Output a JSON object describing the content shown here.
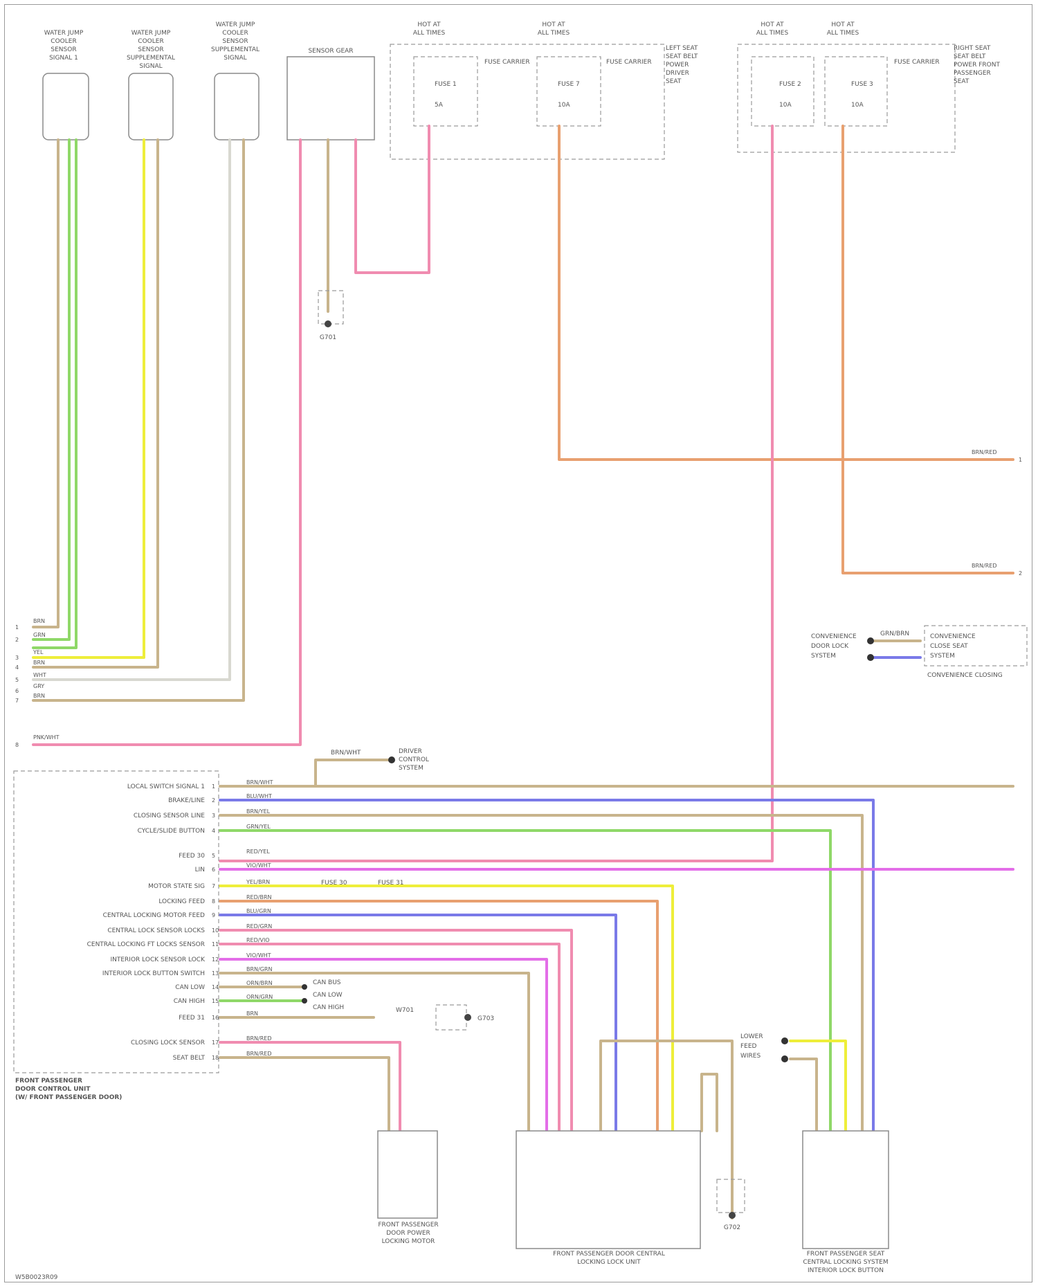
{
  "diagram_id": "W5B0023R09",
  "components": {
    "c1": {
      "lines": [
        "WATER JUMP",
        "COOLER",
        "SENSOR",
        "SIGNAL 1"
      ]
    },
    "c2": {
      "lines": [
        "WATER JUMP",
        "COOLER",
        "SENSOR",
        "SUPPLEMENTAL",
        "SIGNAL"
      ]
    },
    "c3": {
      "lines": [
        "WATER JUMP",
        "COOLER",
        "SENSOR",
        "SUPPLEMENTAL",
        "SIGNAL"
      ]
    },
    "c4": {
      "lines": [
        "SENSOR GEAR"
      ]
    },
    "relay_left": {
      "lines": [
        "LEFT SEAT",
        "SEAT BELT",
        "POWER",
        "DRIVER",
        "SEAT"
      ]
    },
    "relay_right": {
      "lines": [
        "RIGHT SEAT",
        "SEAT BELT",
        "POWER FRONT",
        "PASSENGER",
        "SEAT"
      ]
    },
    "module": {
      "lines": [
        "FRONT PASSENGER",
        "DOOR CONTROL UNIT",
        "(W/ FRONT PASSENGER DOOR)"
      ]
    },
    "b1": {
      "lines": [
        "FRONT PASSENGER",
        "DOOR POWER",
        "LOCKING MOTOR"
      ]
    },
    "b2": {
      "lines": [
        "FRONT PASSENGER DOOR CENTRAL",
        "LOCKING LOCK UNIT"
      ]
    },
    "b3": {
      "lines": [
        "FRONT PASSENGER SEAT",
        "CENTRAL LOCKING SYSTEM",
        "INTERIOR LOCK BUTTON"
      ]
    },
    "ground1": {
      "label": "G701"
    },
    "ground2": {
      "label": "G702"
    },
    "ground3": {
      "label": "G703"
    }
  },
  "fuses": {
    "f1": {
      "head": [
        "HOT AT",
        "ALL TIMES"
      ],
      "name": "FUSE 1",
      "amp": "5A"
    },
    "f2": {
      "head": [
        "HOT AT",
        "ALL TIMES"
      ],
      "name": "FUSE 7",
      "amp": "10A"
    },
    "f3": {
      "head": [
        "HOT AT",
        "ALL TIMES"
      ],
      "name": "FUSE 2",
      "amp": "10A"
    },
    "f4": {
      "head": [
        "HOT AT",
        "ALL TIMES"
      ],
      "name": "FUSE 3",
      "amp": "10A"
    },
    "fuse_label": "FUSE CARRIER"
  },
  "harness": {
    "left_pins": [
      "1",
      "2",
      "3",
      "4",
      "5",
      "6",
      "7"
    ],
    "left_colors": [
      "BRN",
      "GRN",
      "YEL",
      "BRN",
      "WHT",
      "GRY",
      "BRN"
    ],
    "pink_wire": "PNK/WHT",
    "pink_pin": "8",
    "right_ref1": "BRN/RED",
    "right_ref2": "BRN/RED",
    "right_ref_pins": [
      "1",
      "2"
    ]
  },
  "module_pins": [
    {
      "label": "LOCAL SWITCH SIGNAL 1",
      "num": "1",
      "wire": "BRN/WHT"
    },
    {
      "label": "BRAKE/LINE",
      "num": "2",
      "wire": "BLU/WHT"
    },
    {
      "label": "CLOSING SENSOR LINE",
      "num": "3",
      "wire": "BRN/YEL"
    },
    {
      "label": "CYCLE/SLIDE BUTTON",
      "num": "4",
      "wire": "GRN/YEL"
    },
    {
      "label": "FEED 30",
      "num": "5",
      "wire": "RED/YEL"
    },
    {
      "label": "LIN",
      "num": "6",
      "wire": "VIO/WHT"
    },
    {
      "label": "MOTOR STATE SIG",
      "num": "7",
      "wire": "YEL/BRN"
    },
    {
      "label": "LOCKING FEED",
      "num": "8",
      "wire": "RED/BRN"
    },
    {
      "label": "CENTRAL LOCKING MOTOR FEED",
      "num": "9",
      "wire": "BLU/GRN"
    },
    {
      "label": "CENTRAL LOCK SENSOR LOCKS",
      "num": "10",
      "wire": "RED/GRN"
    },
    {
      "label": "CENTRAL LOCKING FT LOCKS SENSOR",
      "num": "11",
      "wire": "RED/VIO"
    },
    {
      "label": "INTERIOR LOCK SENSOR LOCK",
      "num": "12",
      "wire": "VIO/WHT"
    },
    {
      "label": "INTERIOR LOCK BUTTON SWITCH",
      "num": "13",
      "wire": "BRN/GRN"
    },
    {
      "label": "CAN LOW",
      "num": "14",
      "wire": "ORN/BRN"
    },
    {
      "label": "CAN HIGH",
      "num": "15",
      "wire": "ORN/GRN"
    },
    {
      "label": "FEED 31",
      "num": "16",
      "wire": "BRN"
    },
    {
      "label": "CLOSING LOCK SENSOR",
      "num": "17",
      "wire": "BRN/RED"
    },
    {
      "label": "SEAT BELT",
      "num": "18",
      "wire": "BRN/RED"
    }
  ],
  "splices": {
    "top": {
      "wire": "BRN/WHT",
      "lines": [
        "DRIVER",
        "CONTROL",
        "SYSTEM"
      ]
    },
    "fuse_ref": {
      "left": "FUSE 30",
      "right": "FUSE 31"
    },
    "can": {
      "lines": [
        "CAN BUS",
        "CAN LOW",
        "CAN HIGH"
      ]
    },
    "ground_ref": {
      "label": "W701"
    },
    "right_upper": {
      "lines": [
        "CONVENIENCE",
        "DOOR LOCK",
        "SYSTEM"
      ],
      "wire": "GRN/BRN",
      "dest": [
        "CONVENIENCE",
        "CLOSE SEAT",
        "SYSTEM"
      ],
      "bus": "CONVENIENCE CLOSING"
    },
    "right_lower": {
      "lines": [
        "LOWER",
        "FEED",
        "WIRES"
      ]
    }
  },
  "colors": {
    "brown": "#c8b48c",
    "green": "#8fd868",
    "yellow": "#eeee3a",
    "pink": "#f08cb0",
    "magenta": "#e36ee8",
    "orange": "#e8a070",
    "blue": "#7a7ae8",
    "grey": "#d8d8d0"
  }
}
